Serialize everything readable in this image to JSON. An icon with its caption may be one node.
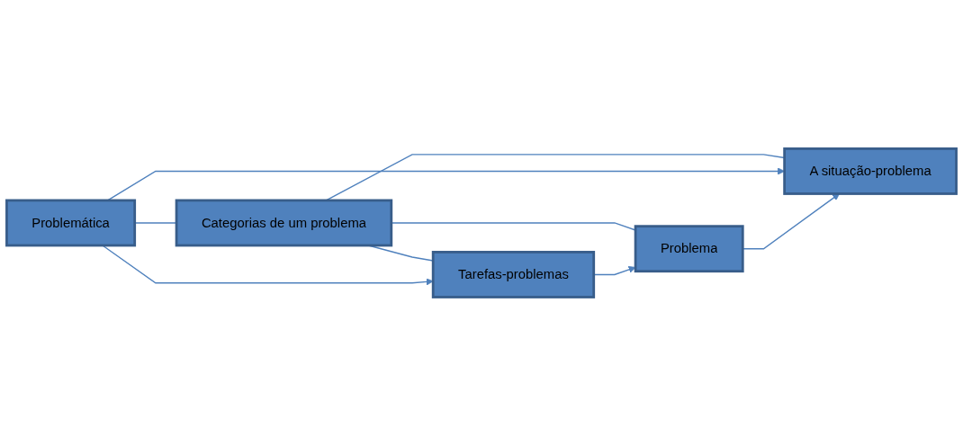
{
  "diagram": {
    "nodes": [
      {
        "text": [
          "A situação-problema"
        ]
      },
      {
        "text": [
          "Problemática"
        ]
      },
      {
        "text": [
          "Categorias de um problema"
        ]
      },
      {
        "text": [
          "Problema"
        ]
      },
      {
        "text": [
          "Tarefas-problemas"
        ]
      }
    ],
    "edges": [
      {
        "from": 2,
        "to": 0,
        "arrow": "none"
      },
      {
        "from": 1,
        "to": 2,
        "arrow": "none"
      },
      {
        "from": 2,
        "to": 3,
        "arrow": "none"
      },
      {
        "from": 2,
        "to": 4,
        "arrow": "none"
      },
      {
        "from": 1,
        "to": 0,
        "arrow": "to"
      },
      {
        "from": 1,
        "to": 4,
        "arrow": "to"
      },
      {
        "from": 4,
        "to": 3,
        "arrow": "to"
      },
      {
        "from": 3,
        "to": 0,
        "arrow": "to"
      }
    ]
  }
}
